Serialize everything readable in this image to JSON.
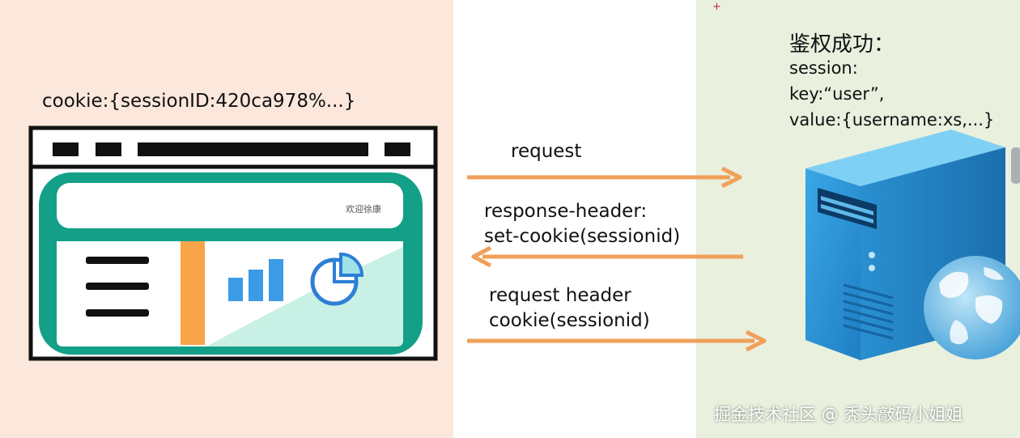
{
  "cookie_label": "cookie:{sessionID:420ca978%...}",
  "browser": {
    "welcome_text": "欢迎徐康"
  },
  "arrows": [
    {
      "direction": "right",
      "lines": [
        "request"
      ]
    },
    {
      "direction": "left",
      "lines": [
        "response-header:",
        "set-cookie(sessionid)"
      ]
    },
    {
      "direction": "right",
      "lines": [
        "request header",
        "cookie(sessionid)"
      ]
    }
  ],
  "server": {
    "title": "鉴权成功：",
    "lines": [
      "session:",
      "key:“user”,",
      "value:{username:xs,...}"
    ]
  },
  "watermark": "掘金技术社区 @ 秃头敲码小姐姐",
  "colors": {
    "left_bg": "#fbe7dc",
    "right_bg": "#e9f0de",
    "arrow": "#f0a05a",
    "teal_frame": "#14a088",
    "orange_bar": "#f7a548",
    "chart_blue": "#3b9be6",
    "server_blue": "#2a8fd0"
  }
}
